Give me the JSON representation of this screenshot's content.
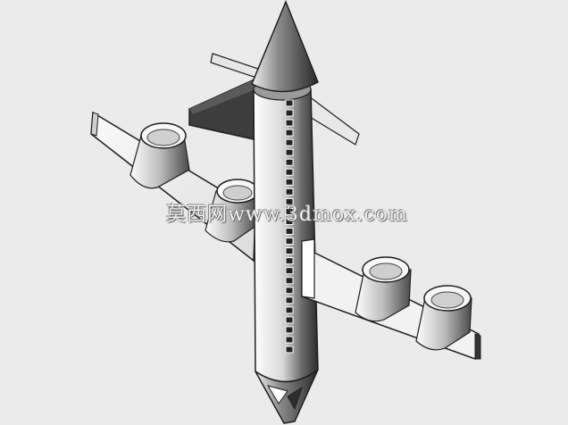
{
  "watermark": {
    "text": "莫西网www.3dmox.com"
  },
  "colors": {
    "background": "#ebebeb",
    "body_light": "#f4f4f4",
    "body_dark": "#3a3a3a",
    "outline": "#1e1e1e"
  },
  "model": {
    "engine_count": 4,
    "window_count": 26
  }
}
